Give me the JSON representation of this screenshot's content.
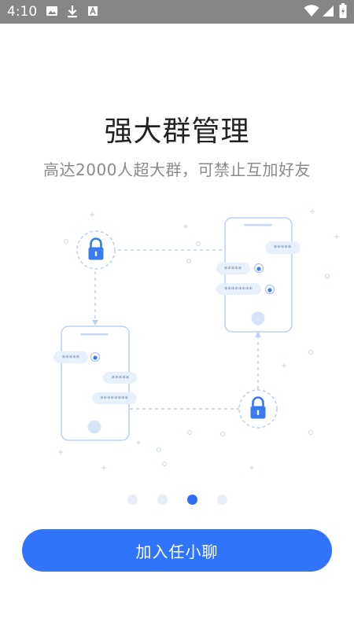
{
  "status_bar": {
    "time": "4:10",
    "icons": [
      "image-icon",
      "download-icon",
      "font-icon",
      "wifi-icon",
      "signal-icon",
      "battery-icon"
    ]
  },
  "onboarding": {
    "title": "强大群管理",
    "subtitle": "高达2000人超大群，可禁止互加好友",
    "chat_masks": [
      "*****",
      "*****",
      "********",
      "*****",
      "*****",
      "********"
    ],
    "page_count": 4,
    "active_page": 3
  },
  "action": {
    "button_label": "加入任小聊"
  },
  "colors": {
    "accent": "#2f74fb",
    "illustration_line": "#b9d0f5",
    "bubble": "#e8f0fc"
  }
}
